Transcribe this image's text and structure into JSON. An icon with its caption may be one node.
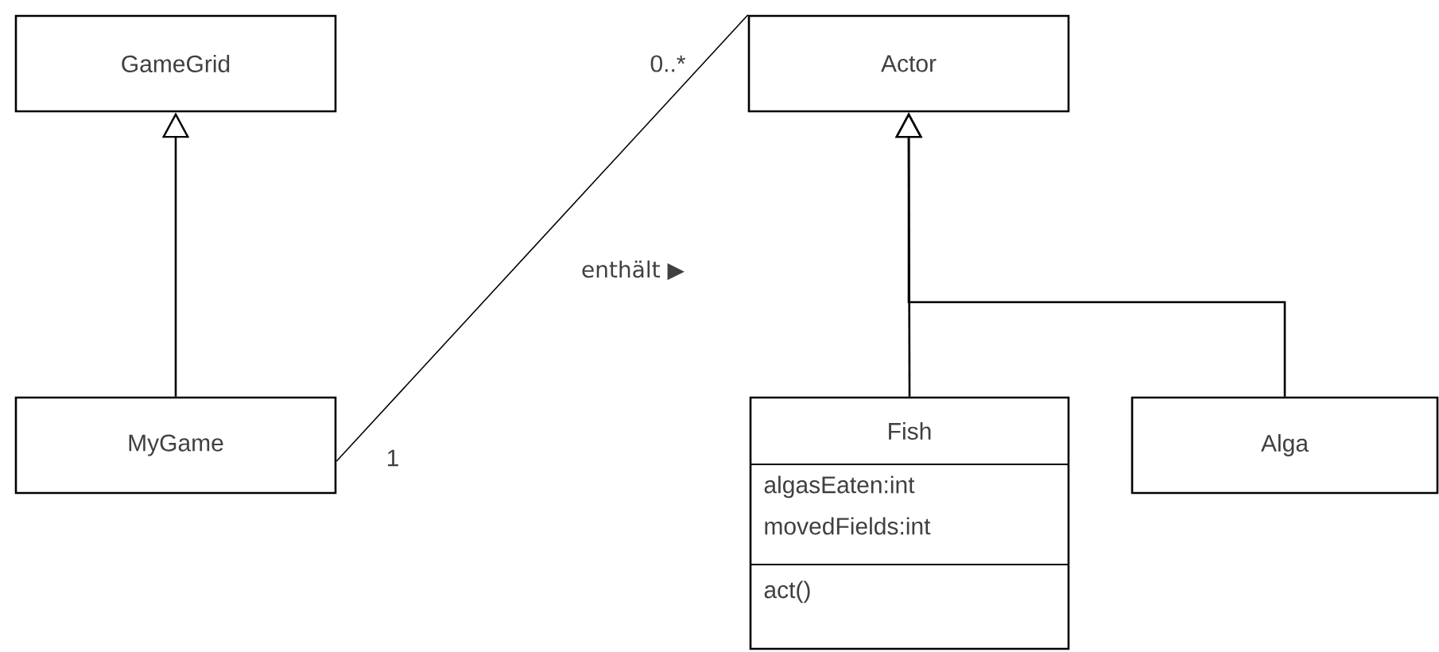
{
  "diagram": {
    "nodes": [
      {
        "text": [
          "GameGrid"
        ]
      },
      {
        "text": [
          "Actor"
        ]
      },
      {
        "text": [
          "MyGame"
        ]
      },
      {
        "text": [
          "Fish",
          "algasEaten:int",
          "movedFields:int",
          "act()"
        ]
      },
      {
        "text": [
          "Alga"
        ]
      }
    ],
    "edges": [
      {
        "from": 2,
        "to": 0,
        "arrow": "to"
      },
      {
        "from": 3,
        "to": 1,
        "arrow": "to"
      },
      {
        "from": 4,
        "to": 1,
        "arrow": "to"
      },
      {
        "from": 2,
        "to": 1,
        "arrow": "none",
        "label": "enthält ▶"
      }
    ],
    "labels": [
      "0..*",
      "1"
    ]
  }
}
